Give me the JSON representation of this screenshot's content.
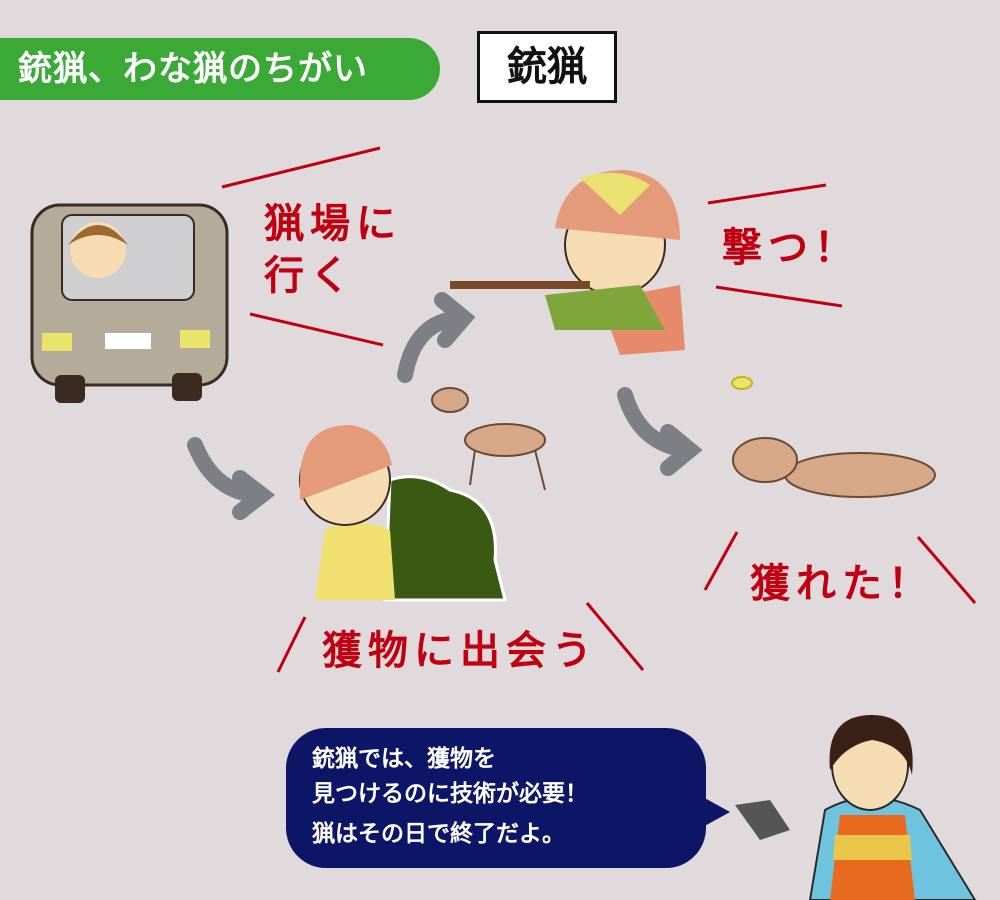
{
  "banner": {
    "title": "銃猟、わな猟のちがい"
  },
  "section_title": "銃猟",
  "steps": {
    "go_hunting": [
      "猟場に",
      "行く"
    ],
    "encounter": "獲物に出会う",
    "shoot": "撃つ！",
    "caught": "獲れた！"
  },
  "speech": {
    "lines": [
      "銃猟では、獲物を",
      "見つけるのに技術が必要！",
      "猟はその日で終了だよ。"
    ]
  },
  "colors": {
    "banner": "#3aa935",
    "accent_red": "#c00010",
    "bubble": "#0c1566",
    "background": "#e0dadd"
  }
}
